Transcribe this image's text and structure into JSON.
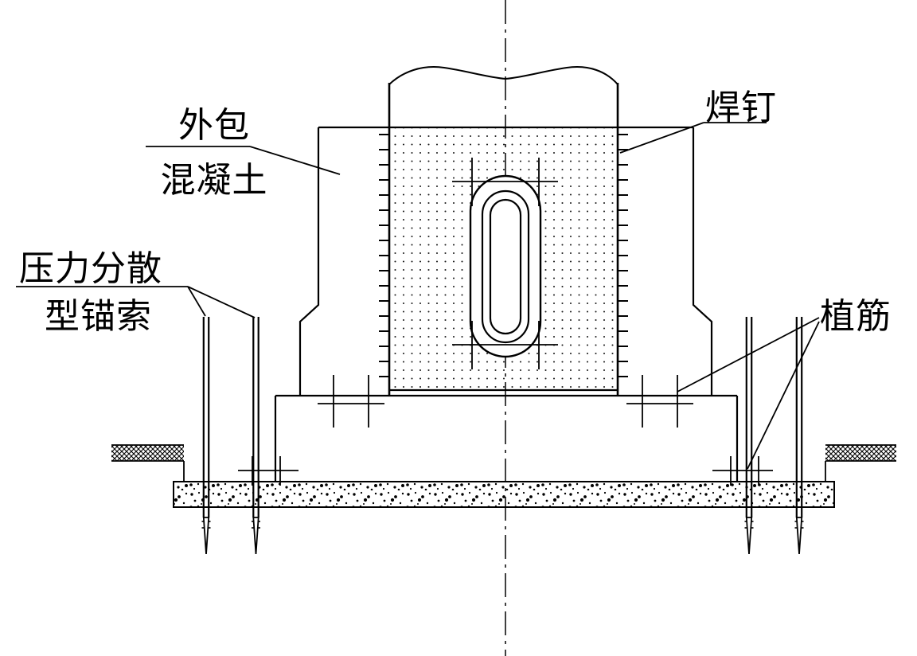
{
  "drawing": {
    "background_color": "#ffffff",
    "line_color": "#000000",
    "annotations": {
      "encasement": {
        "line1": "外包",
        "line2": "混凝土"
      },
      "weld_stud": {
        "text": "焊钉"
      },
      "anchor_cable": {
        "line1": "压力分散",
        "line2": "型锚索"
      },
      "planted_rebar": {
        "text": "植筋"
      }
    }
  }
}
